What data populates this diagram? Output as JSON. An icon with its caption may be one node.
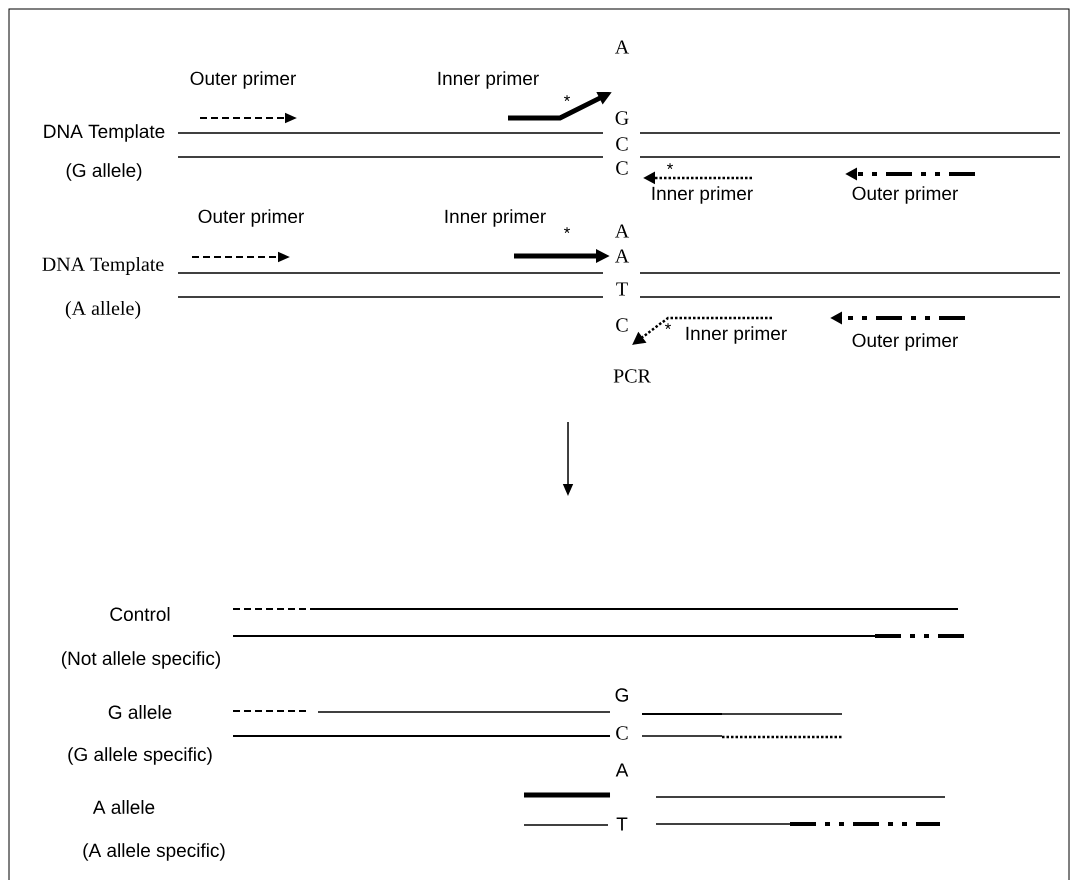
{
  "diagram": {
    "labels": [
      "A",
      "Outer primer",
      "Inner primer",
      "*",
      "DNA Template",
      "G",
      "C",
      "(G allele)",
      "C",
      "*",
      "Inner primer",
      "Outer primer",
      "Outer primer",
      "Inner primer",
      "*",
      "A",
      "DNA Template",
      "A",
      "T",
      "(A allele)",
      "C",
      "*",
      "Inner primer",
      "Outer primer",
      "PCR",
      "Control",
      "(Not allele specific)",
      "G allele",
      "G",
      "C",
      "(G allele specific)",
      "A",
      "A allele",
      "T",
      "(A allele specific)"
    ]
  }
}
